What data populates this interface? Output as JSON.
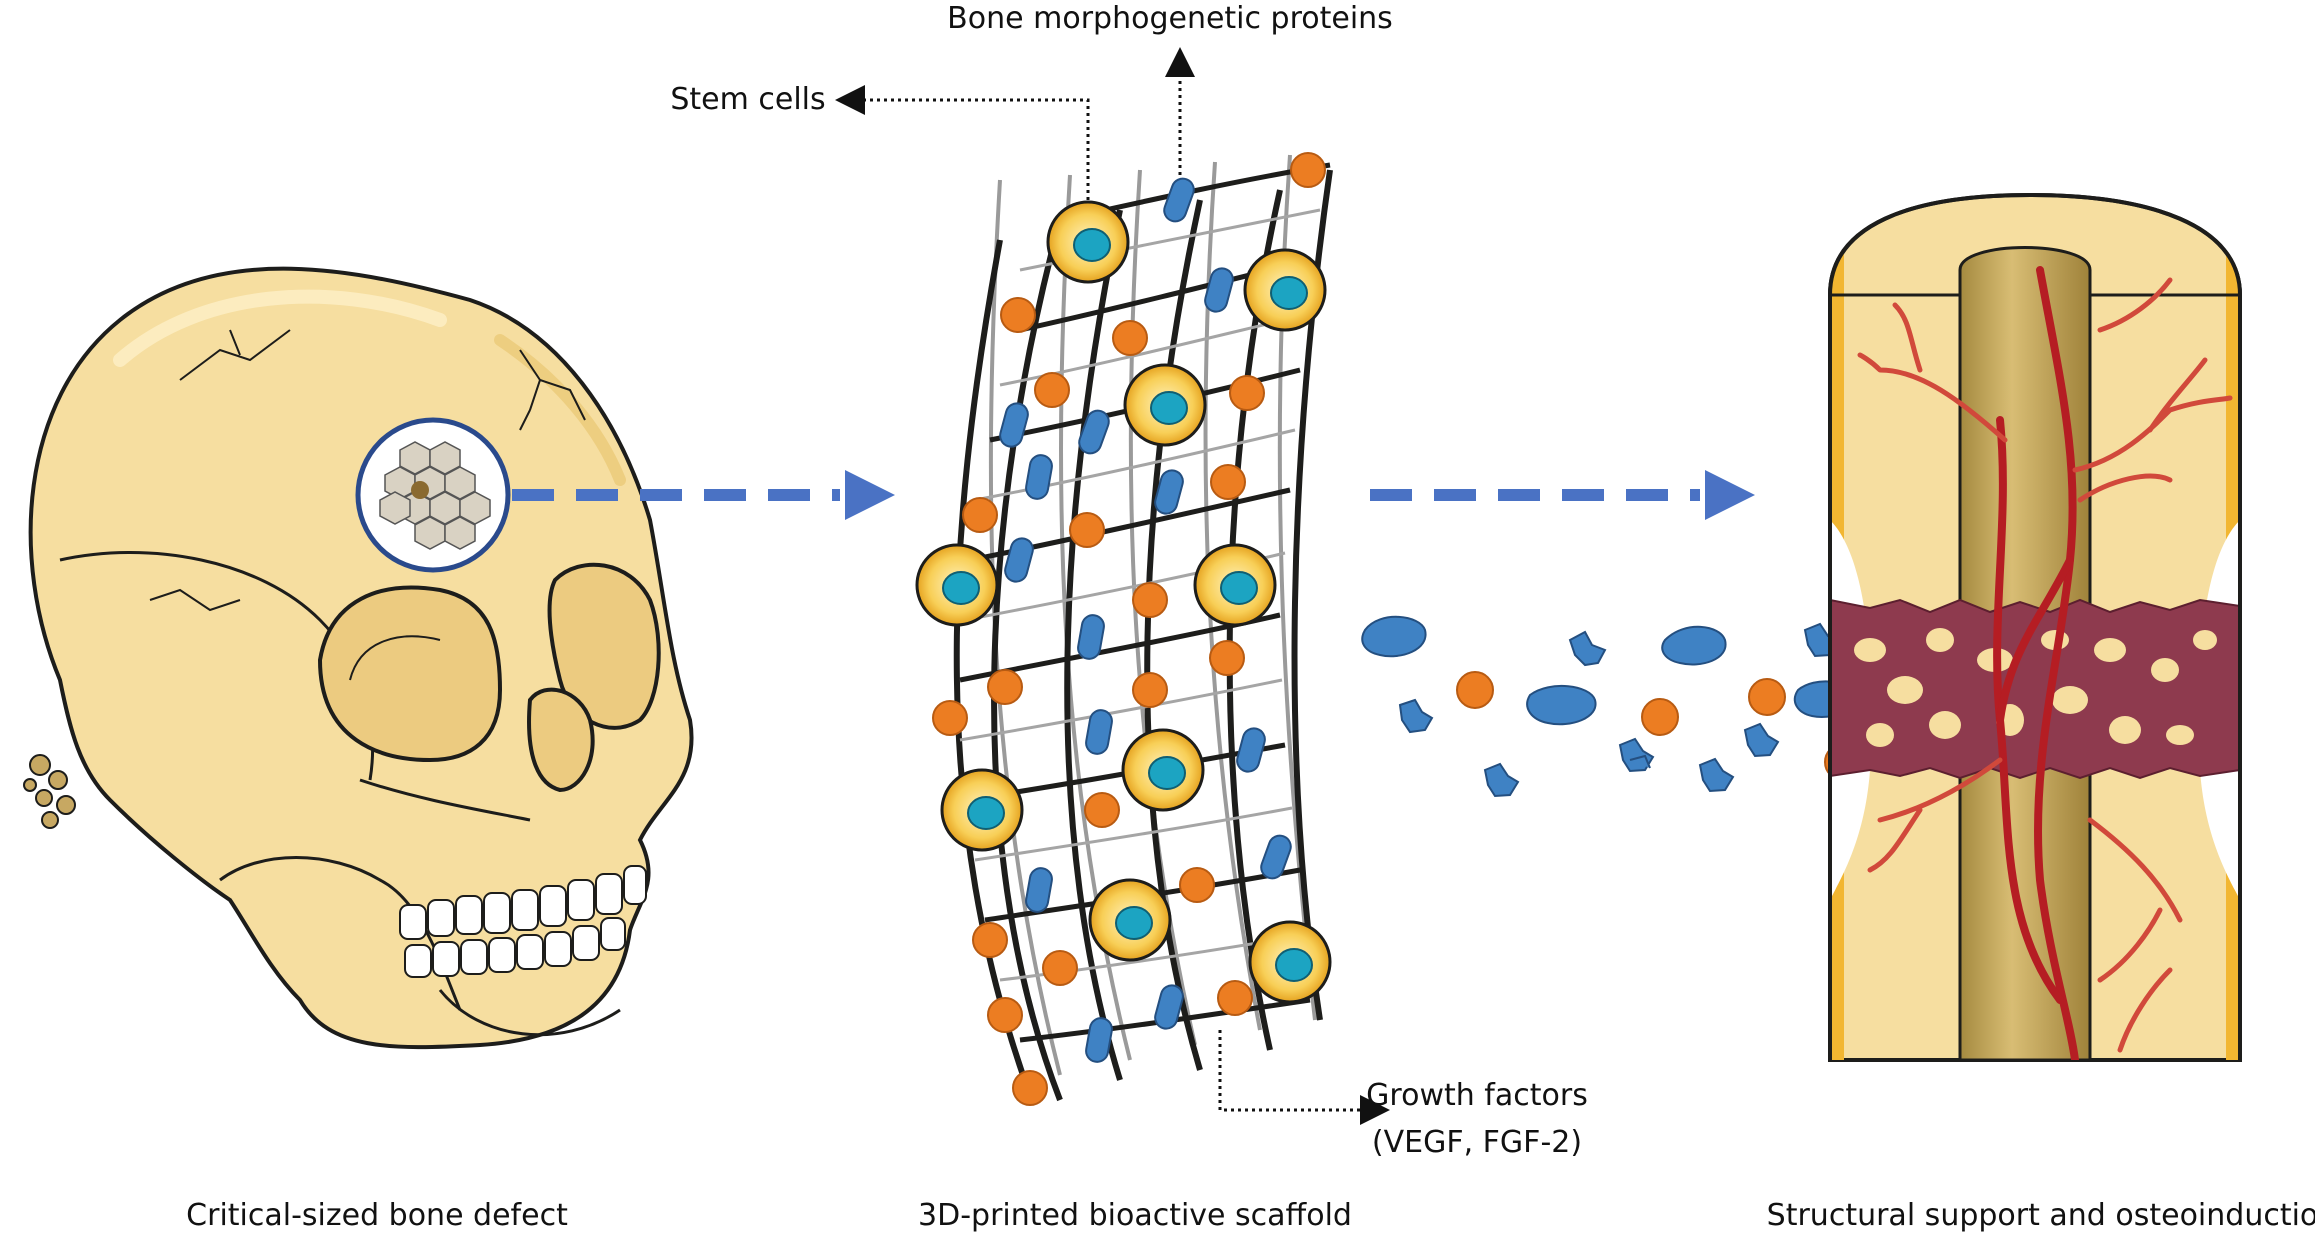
{
  "labels": {
    "bmp": "Bone morphogenetic proteins",
    "stem_cells": "Stem cells",
    "growth_factors_line1": "Growth factors",
    "growth_factors_line2": "(VEGF, FGF-2)"
  },
  "captions": {
    "left": "Critical-sized bone defect",
    "middle": "3D-printed bioactive scaffold",
    "right": "Structural support and osteoinduction"
  },
  "colors": {
    "bone": "#f6dea0",
    "bone_shadow": "#e7c36a",
    "outline": "#1d1d1b",
    "arrow": "#4a72c4",
    "bmp_orange": "#ec7d22",
    "growth_factor_blue": "#3f82c4",
    "cell_yellow": "#f6c33d",
    "cell_nucleus": "#1ca4c2",
    "marrow": "#c8a85a",
    "fracture": "#8e3a4e",
    "vessel": "#b51d23"
  },
  "icons": [
    "skull-icon",
    "scaffold-icon",
    "long-bone-icon",
    "dashed-arrow-icon",
    "dotted-leader-arrow-icon"
  ]
}
